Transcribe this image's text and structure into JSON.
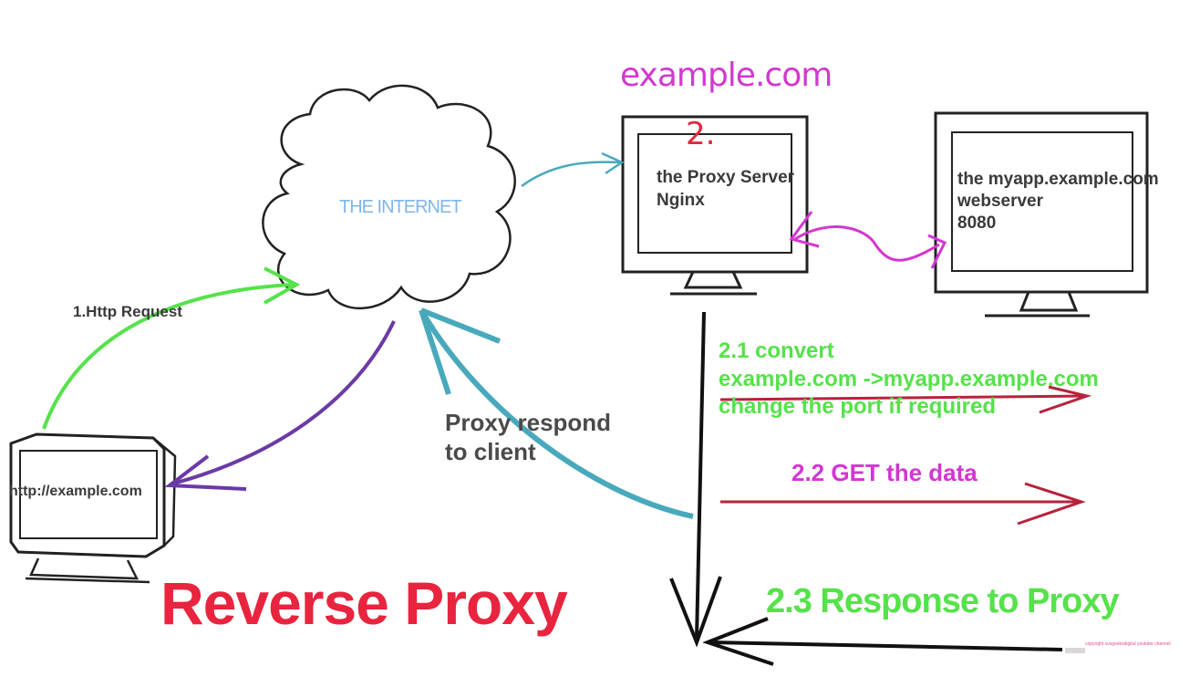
{
  "title": "Reverse Proxy",
  "nodes": {
    "internet": {
      "label": "THE INTERNET"
    },
    "proxy_server": {
      "domain": "example.com",
      "step_mark": "2.",
      "line1": "the Proxy Server",
      "line2": "Nginx"
    },
    "app_server": {
      "line1": "the myapp.example.com",
      "line2": "webserver",
      "line3": "8080"
    },
    "client": {
      "url": "http://example.com"
    }
  },
  "steps": {
    "request": "1.Http Request",
    "convert_line1": "2.1 convert",
    "convert_line2": "example.com ->myapp.example.com",
    "convert_line3": "change the port if required",
    "get_data": "2.2 GET the data",
    "response": "2.3 Response to Proxy",
    "respond_line1": "Proxy respond",
    "respond_line2": "to client"
  },
  "watermark": "copyright svsgeeksdigital youtube channel",
  "colors": {
    "green": "#55e24a",
    "magenta": "#d435d2",
    "red": "#e8243e",
    "purple": "#6b3aa6",
    "teal": "#49a9bc",
    "dark_red": "#b8213c",
    "ink": "#222222"
  }
}
